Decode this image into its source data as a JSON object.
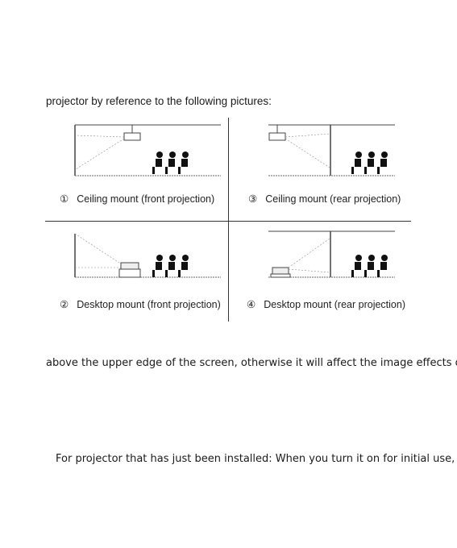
{
  "intro_text": "projector by reference to the following pictures:",
  "figures": [
    {
      "number": "①",
      "caption": "Ceiling mount (front projection)"
    },
    {
      "number": "③",
      "caption": "Ceiling mount (rear projection)"
    },
    {
      "number": "②",
      "caption": "Desktop mount (front projection)"
    },
    {
      "number": "④",
      "caption": "Desktop mount (rear projection)"
    }
  ],
  "paragraph_1": "above the upper edge of the screen, otherwise it will affect the image effects or",
  "paragraph_2": "For projector that has just been installed: When you turn it on for initial use,"
}
